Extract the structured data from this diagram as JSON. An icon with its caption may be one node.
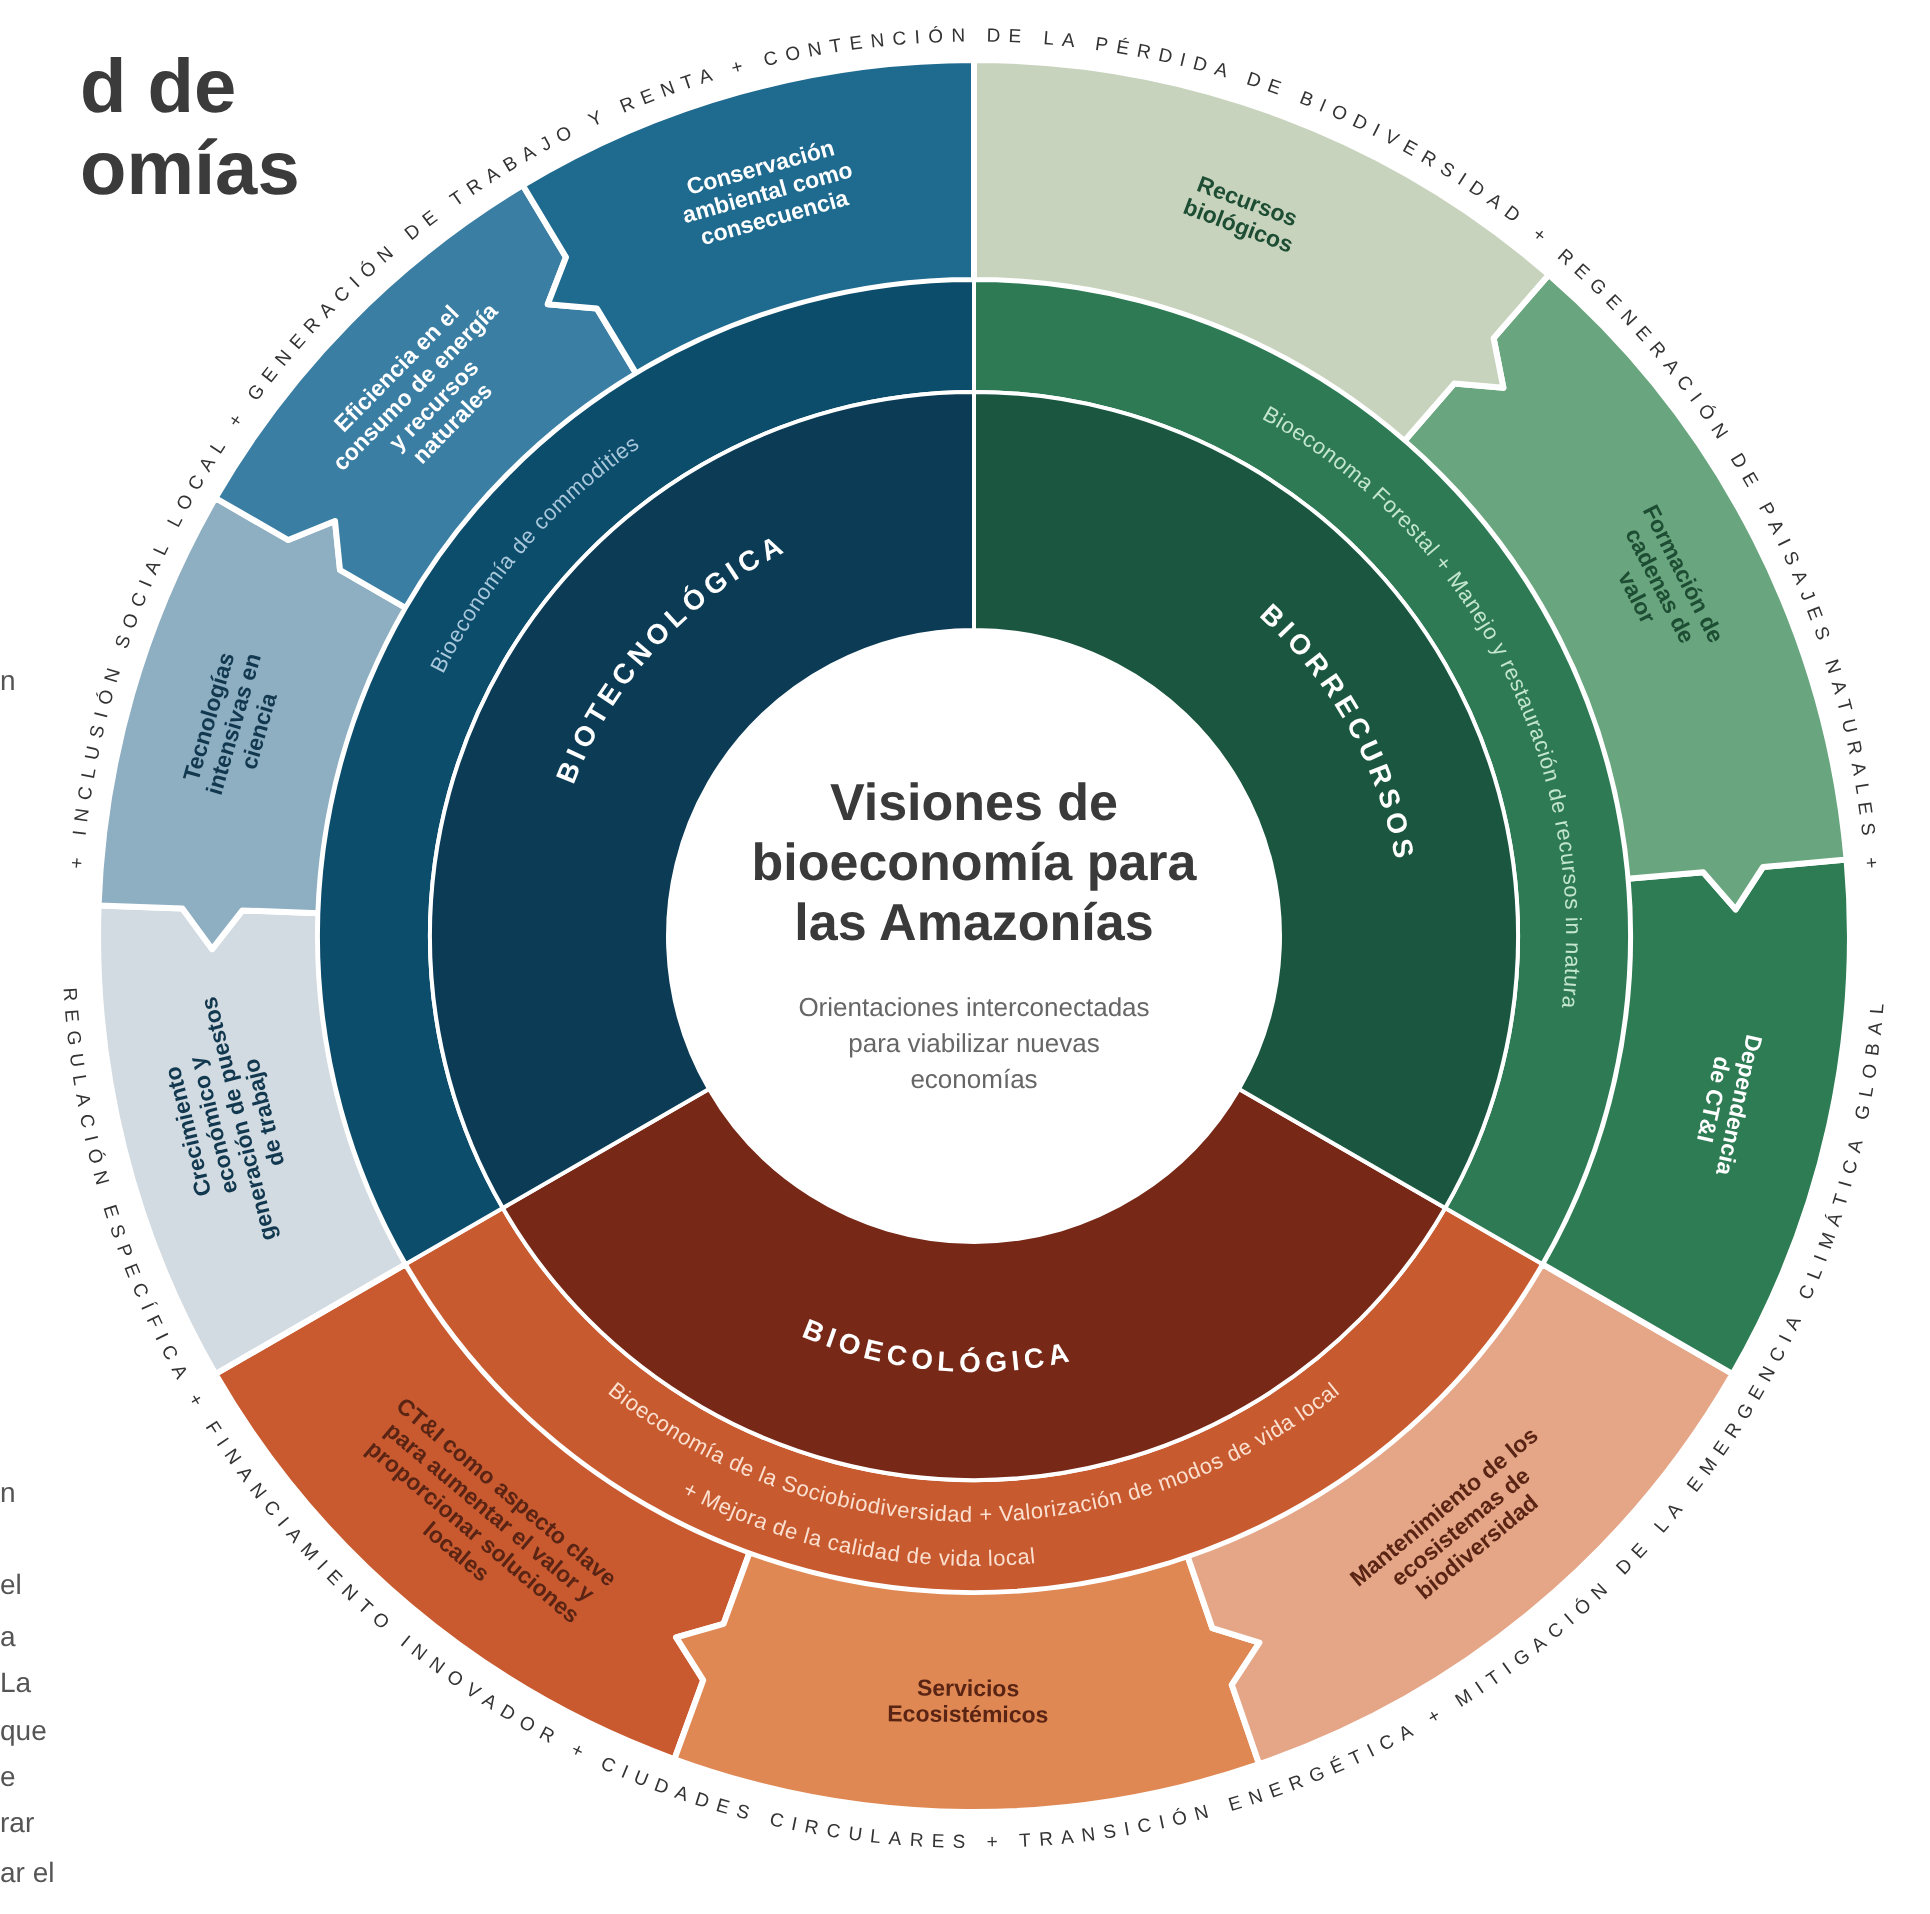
{
  "diagram": {
    "title": "d de omías",
    "nodes": [
      {
        "text": [
          "Visiones de bioeconomía para las Amazonías",
          "Orientaciones interconectadas para viabilizar nuevas economías"
        ]
      },
      {
        "text": [
          "BIOTECNOLÓGICA"
        ]
      },
      {
        "text": [
          "BIORRECURSOS"
        ]
      },
      {
        "text": [
          "BIOECOLÓGICA"
        ]
      },
      {
        "text": [
          "Bioeconomía de commodities"
        ]
      },
      {
        "text": [
          "Bioeconoma Forestal + Manejo y restauración de recursos in natura"
        ]
      },
      {
        "text": [
          "Bioeconomía de la Sociobiodiversidad + Valorización de modos de vida local",
          "+ Mejora de la calidad de vida local"
        ]
      },
      {
        "text": [
          "Conservación ambiental como consecuencia"
        ]
      },
      {
        "text": [
          "Eficiencia en el consumo de energía y recursos naturales"
        ]
      },
      {
        "text": [
          "Tecnologías intensivas en ciencia"
        ]
      },
      {
        "text": [
          "Crecimiento económico y generación de puestos de trabajo"
        ]
      },
      {
        "text": [
          "Recursos biológicos"
        ]
      },
      {
        "text": [
          "Formación de cadenas de valor"
        ]
      },
      {
        "text": [
          "Dependencia de CT&I"
        ]
      },
      {
        "text": [
          "Mantenimiento de los ecosistemas de biodiversidad"
        ]
      },
      {
        "text": [
          "Servicios Ecosistémicos"
        ]
      },
      {
        "text": [
          "CT&I como aspecto clave para aumentar el valor y proporcionar soluciones locales"
        ]
      }
    ],
    "labels": [
      "+ INCLUSIÓN SOCIAL LOCAL + GENERACIÓN DE TRABAJO Y RENTA + CONTENCIÓN DE LA PÉRDIDA DE BIODIVERSIDAD + REGENERACIÓN DE PAISAJES NATURALES +",
      "REGULACIÓN ESPECÍFICA + FINANCIAMIENTO INNOVADOR + CIUDADES CIRCULARES + TRANSICIÓN ENERGÉTICA + MITIGACIÓN DE LA EMERGENCIA CLIMÁTICA GLOBAL",
      "n",
      "n",
      "el",
      "a",
      "La",
      "que",
      "e",
      "rar",
      "ar el"
    ]
  }
}
